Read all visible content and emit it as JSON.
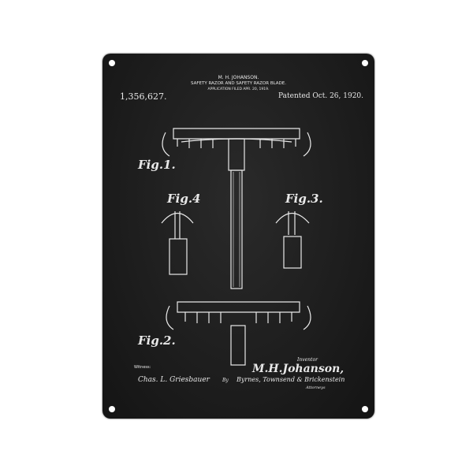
{
  "header": {
    "inventor": "M. H. JOHANSON.",
    "title": "SAFETY RAZOR AND SAFETY RAZOR BLADE.",
    "filed": "APPLICATION FILED APR. 20, 1919.",
    "patent_number": "1,356,627.",
    "patented": "Patented Oct. 26, 1920."
  },
  "figures": {
    "fig1": "Fig.1.",
    "fig2": "Fig.2.",
    "fig3": "Fig.3.",
    "fig4": "Fig.4"
  },
  "footer": {
    "witness_label": "Witness:",
    "witness_signature": "Chas. L. Griesbauer",
    "inventor_label": "Inventor",
    "inventor_name": "M.H.Johanson,",
    "by": "By",
    "attorney_signature": "Byrnes, Townsend & Brickenstein",
    "attorneys_label": "Attorneys"
  },
  "colors": {
    "board": "#1d1d1d",
    "ink": "#e8e8e8"
  }
}
